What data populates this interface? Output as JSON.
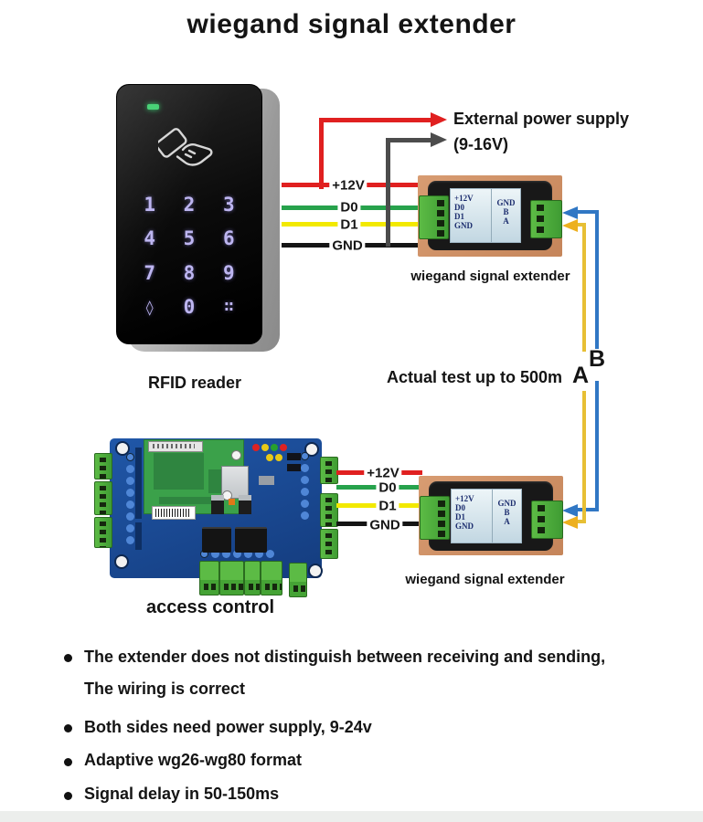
{
  "title": "wiegand signal extender",
  "reader": {
    "caption": "RFID reader",
    "keys": [
      "1",
      "2",
      "3",
      "4",
      "5",
      "6",
      "7",
      "8",
      "9",
      "◊",
      "0",
      "∷"
    ]
  },
  "power_supply": {
    "line1": "External power supply",
    "line2": "(9-16V)"
  },
  "wires": {
    "top": [
      "+12V",
      "D0",
      "D1",
      "GND"
    ],
    "bottom": [
      "+12V",
      "D0",
      "D1",
      "GND"
    ]
  },
  "extender": {
    "caption_top": "wiegand signal extender",
    "caption_bottom": "wiegand signal extender",
    "left_pins": [
      "+12V",
      "D0",
      "D1",
      "GND"
    ],
    "right_pins": [
      "GND",
      "B",
      "A"
    ]
  },
  "link": {
    "label_a": "A",
    "label_b": "B",
    "note": "Actual test up to 500m"
  },
  "access_control": {
    "caption": "access control"
  },
  "bullets": {
    "b1_line1": "The extender does not distinguish between receiving and sending,",
    "b1_line2": "The wiring is correct",
    "b2": "Both sides need power supply, 9-24v",
    "b3": "Adaptive wg26-wg80 format",
    "b4": "Signal delay in 50-150ms"
  },
  "colors": {
    "wire_red": "#e02020",
    "wire_green": "#27a24c",
    "wire_yellow": "#f2e900",
    "wire_black": "#151515",
    "arrow_gray": "#4c4c4c",
    "link_blue": "#3077c4",
    "link_gold": "#e7bf34",
    "module_base": "#cd9166",
    "pcb_blue": "#1e53a3",
    "terminal_green": "#4aa838"
  }
}
